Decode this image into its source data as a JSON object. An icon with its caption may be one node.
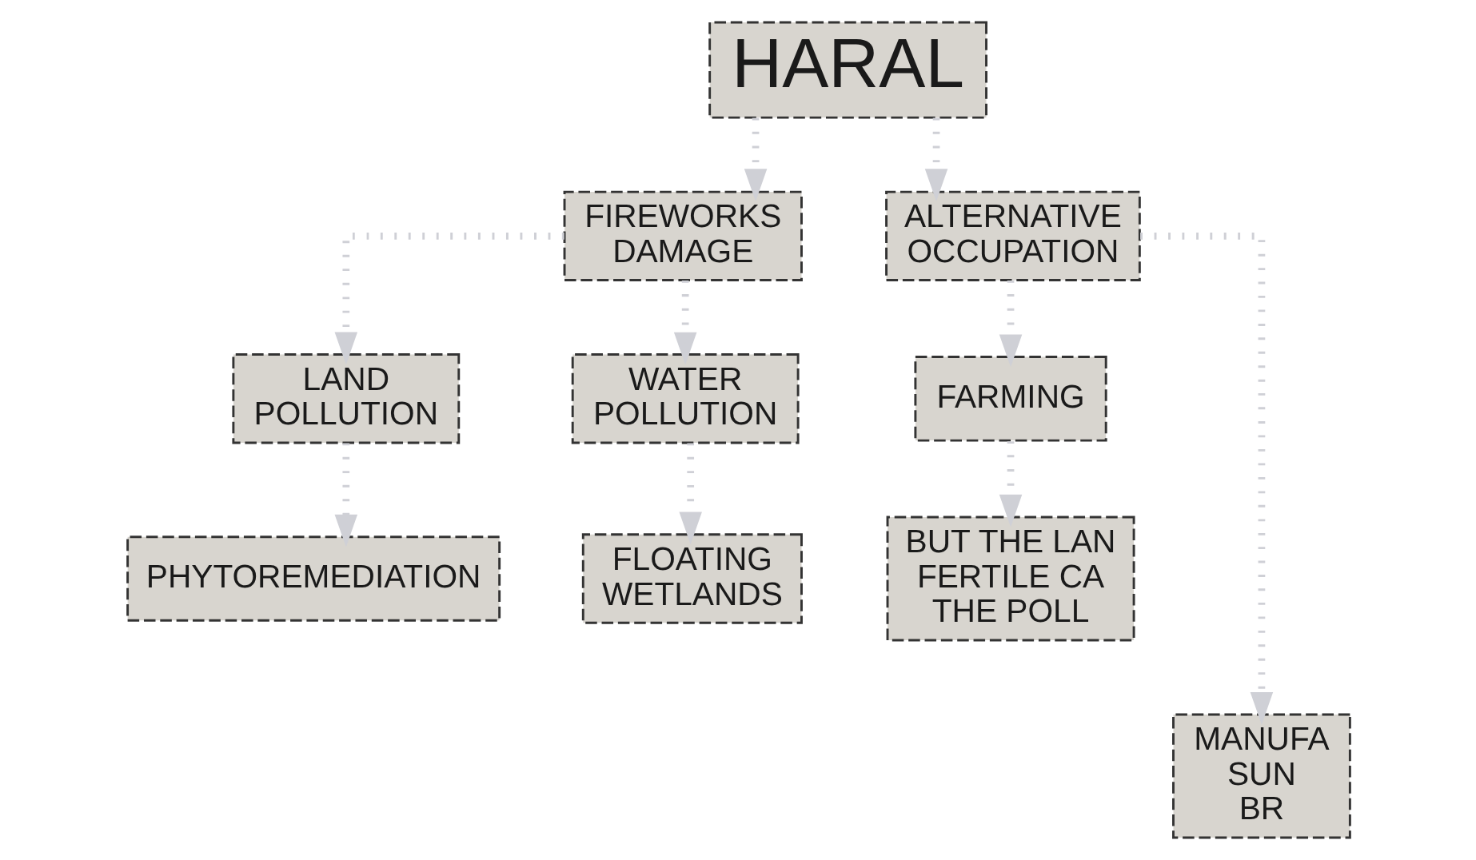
{
  "diagram": {
    "nodes": [
      {
        "text": [
          "HARAL"
        ]
      },
      {
        "text": [
          "FIREWORKS DAMAGE"
        ]
      },
      {
        "text": [
          "ALTERNATIVE OCCUPATION"
        ]
      },
      {
        "text": [
          "LAND POLLUTION"
        ]
      },
      {
        "text": [
          "WATER POLLUTION"
        ]
      },
      {
        "text": [
          "FARMING"
        ]
      },
      {
        "text": [
          "PHYTOREMEDIATION"
        ]
      },
      {
        "text": [
          "FLOATING WETLANDS"
        ]
      },
      {
        "text": [
          "BUT THE LAN FERTILE CA THE POLL"
        ]
      },
      {
        "text": [
          "MANUFA SUN BR"
        ]
      }
    ],
    "edges": [
      {
        "from": 0,
        "to": 1,
        "arrow": "to"
      },
      {
        "from": 0,
        "to": 2,
        "arrow": "to"
      },
      {
        "from": 1,
        "to": 3,
        "arrow": "to"
      },
      {
        "from": 1,
        "to": 4,
        "arrow": "to"
      },
      {
        "from": 2,
        "to": 5,
        "arrow": "to"
      },
      {
        "from": 3,
        "to": 6,
        "arrow": "to"
      },
      {
        "from": 4,
        "to": 7,
        "arrow": "to"
      },
      {
        "from": 5,
        "to": 8,
        "arrow": "to"
      },
      {
        "from": 2,
        "to": 9,
        "arrow": "to"
      }
    ]
  }
}
